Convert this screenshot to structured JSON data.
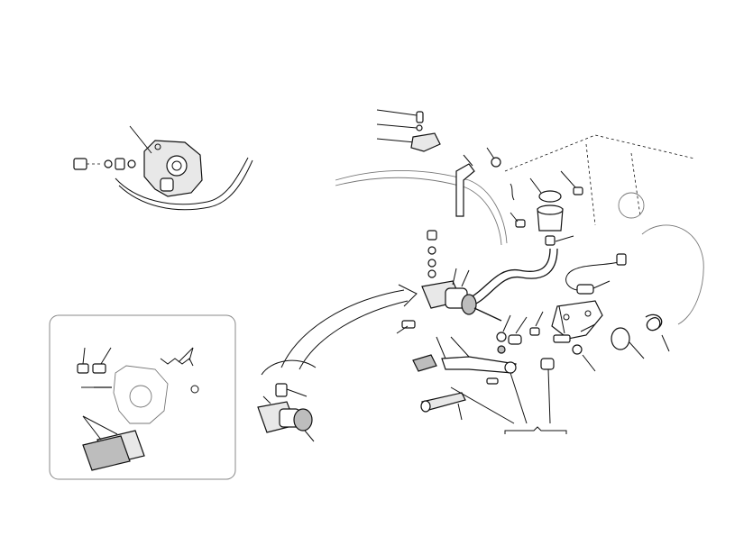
{
  "figure": {
    "background": "#ffffff",
    "line_color": "#111111",
    "panels": [
      "front-caliper-detail",
      "pad-kit-inset",
      "rear-brake-assembly",
      "master-cylinder-closeup"
    ]
  }
}
